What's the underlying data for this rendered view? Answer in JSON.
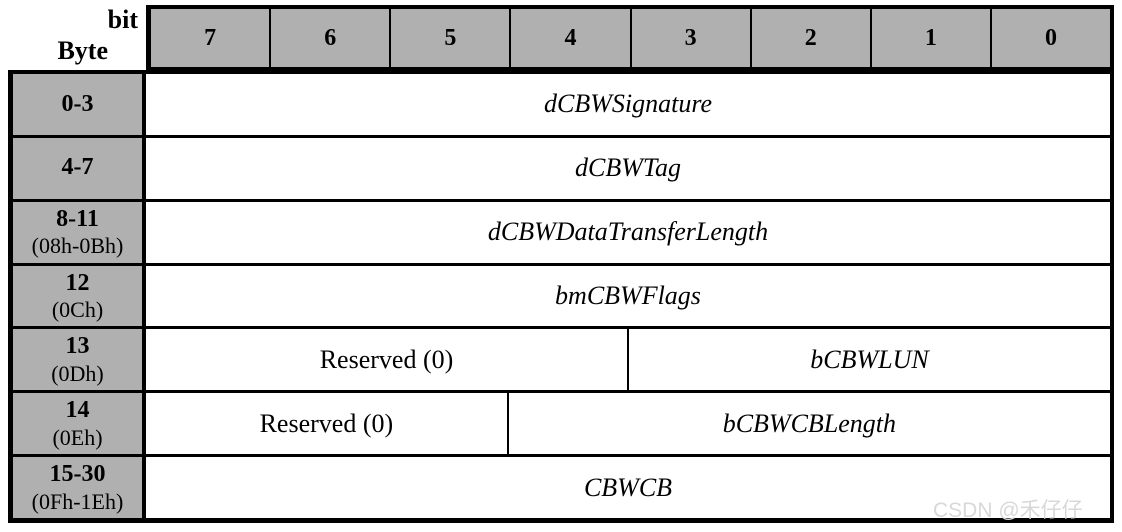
{
  "title": "USB Mass Storage Command Block Wrapper (CBW) layout table",
  "header": {
    "corner_top": "bit",
    "corner_bottom": "Byte",
    "bits": [
      "7",
      "6",
      "5",
      "4",
      "3",
      "2",
      "1",
      "0"
    ]
  },
  "rows": [
    {
      "byte": "0-3",
      "hex": "",
      "fields": [
        {
          "label": "dCBWSignature",
          "span": 8,
          "italic": true
        }
      ]
    },
    {
      "byte": "4-7",
      "hex": "",
      "fields": [
        {
          "label": "dCBWTag",
          "span": 8,
          "italic": true
        }
      ]
    },
    {
      "byte": "8-11",
      "hex": "(08h-0Bh)",
      "fields": [
        {
          "label": "dCBWDataTransferLength",
          "span": 8,
          "italic": true
        }
      ]
    },
    {
      "byte": "12",
      "hex": "(0Ch)",
      "fields": [
        {
          "label": "bmCBWFlags",
          "span": 8,
          "italic": true
        }
      ]
    },
    {
      "byte": "13",
      "hex": "(0Dh)",
      "fields": [
        {
          "label": "Reserved (0)",
          "span": 4,
          "italic": false
        },
        {
          "label": "bCBWLUN",
          "span": 4,
          "italic": true
        }
      ]
    },
    {
      "byte": "14",
      "hex": "(0Eh)",
      "fields": [
        {
          "label": "Reserved (0)",
          "span": 3,
          "italic": false
        },
        {
          "label": "bCBWCBLength",
          "span": 5,
          "italic": true
        }
      ]
    },
    {
      "byte": "15-30",
      "hex": "(0Fh-1Eh)",
      "fields": [
        {
          "label": "CBWCB",
          "span": 8,
          "italic": true
        }
      ]
    }
  ],
  "watermark": "CSDN @禾仔仔",
  "colors": {
    "cell_gray": "#b0b0b0",
    "border": "#000000",
    "watermark_gray": "#d8d8d8"
  }
}
